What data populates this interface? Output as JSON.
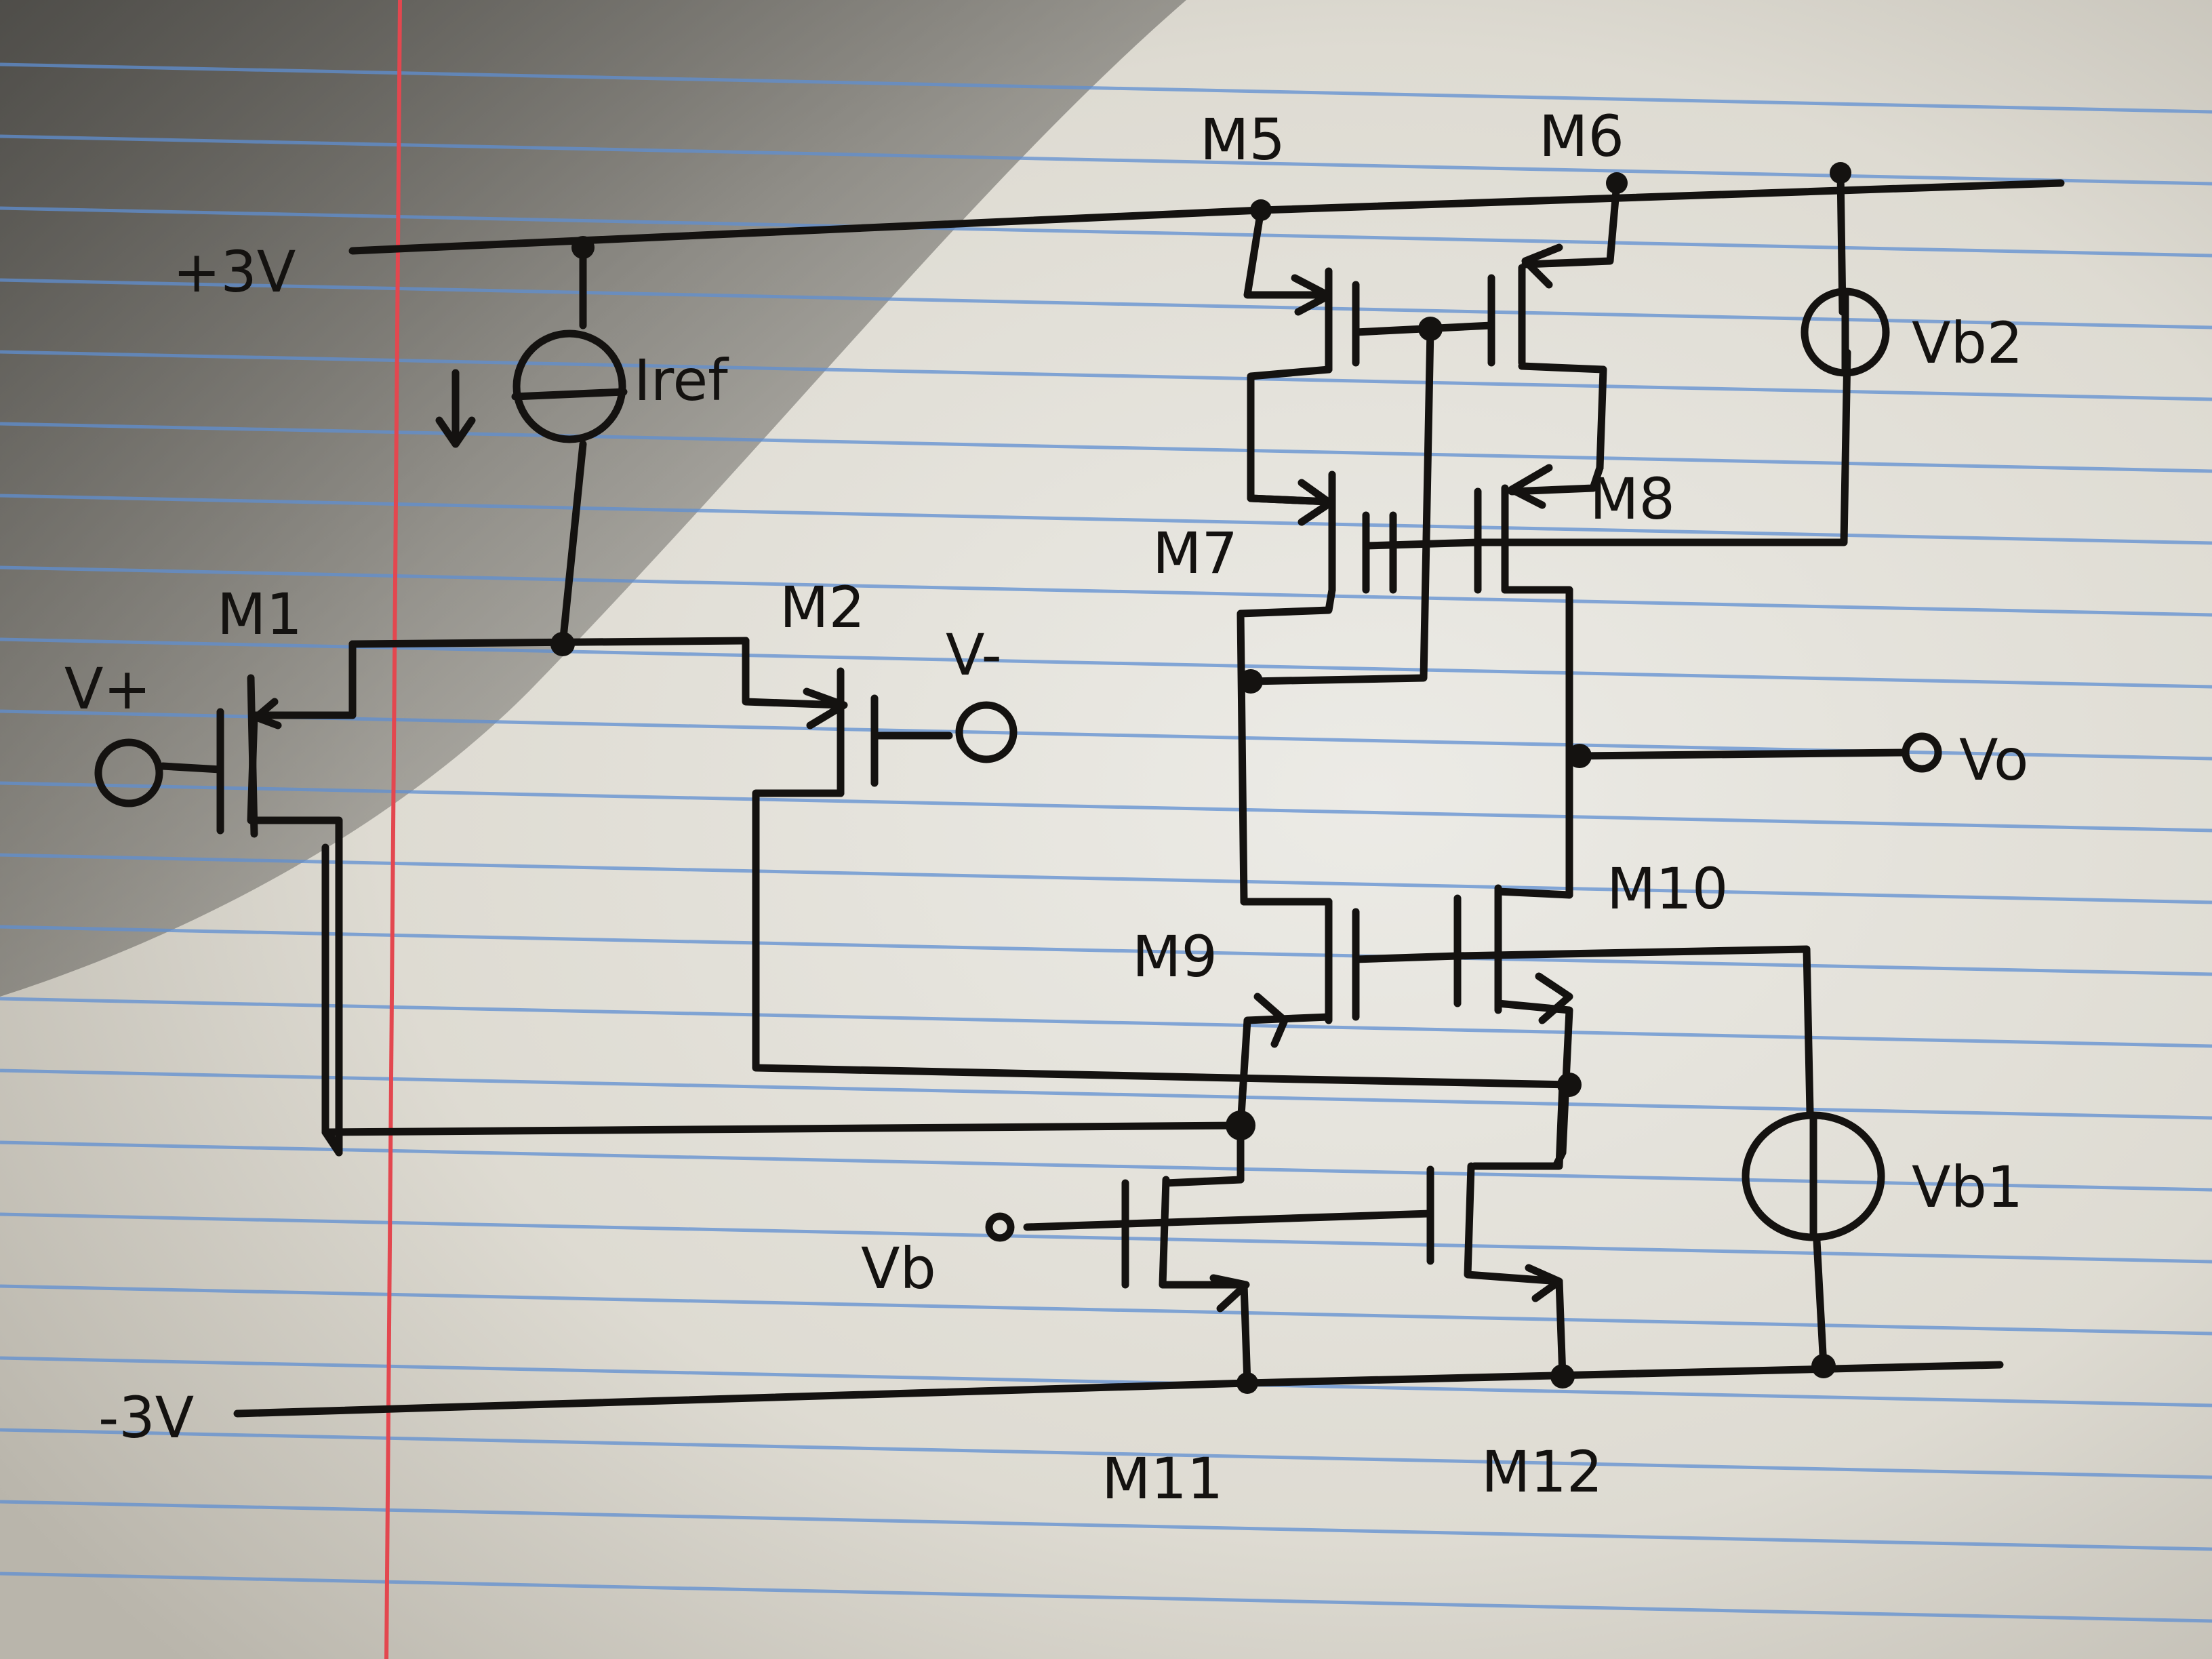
{
  "rails": {
    "positive": "+3V",
    "negative": "-3V"
  },
  "sources": {
    "iref": "Iref",
    "vb2": "Vb2",
    "vb1": "Vb1"
  },
  "ports": {
    "vplus": "V+",
    "vminus": "V-",
    "vout": "Vo",
    "vb": "Vb"
  },
  "transistors": {
    "m1": "M1",
    "m2": "M2",
    "m5": "M5",
    "m6": "M6",
    "m7": "M7",
    "m8": "M8",
    "m9": "M9",
    "m10": "M10",
    "m11": "M11",
    "m12": "M12"
  },
  "colors": {
    "ink": "#141210",
    "paper": "#e9e6dd",
    "margin_line": "#e3474f",
    "ruled_line": "#5f8fd2",
    "shadow": "#4b4a46"
  }
}
